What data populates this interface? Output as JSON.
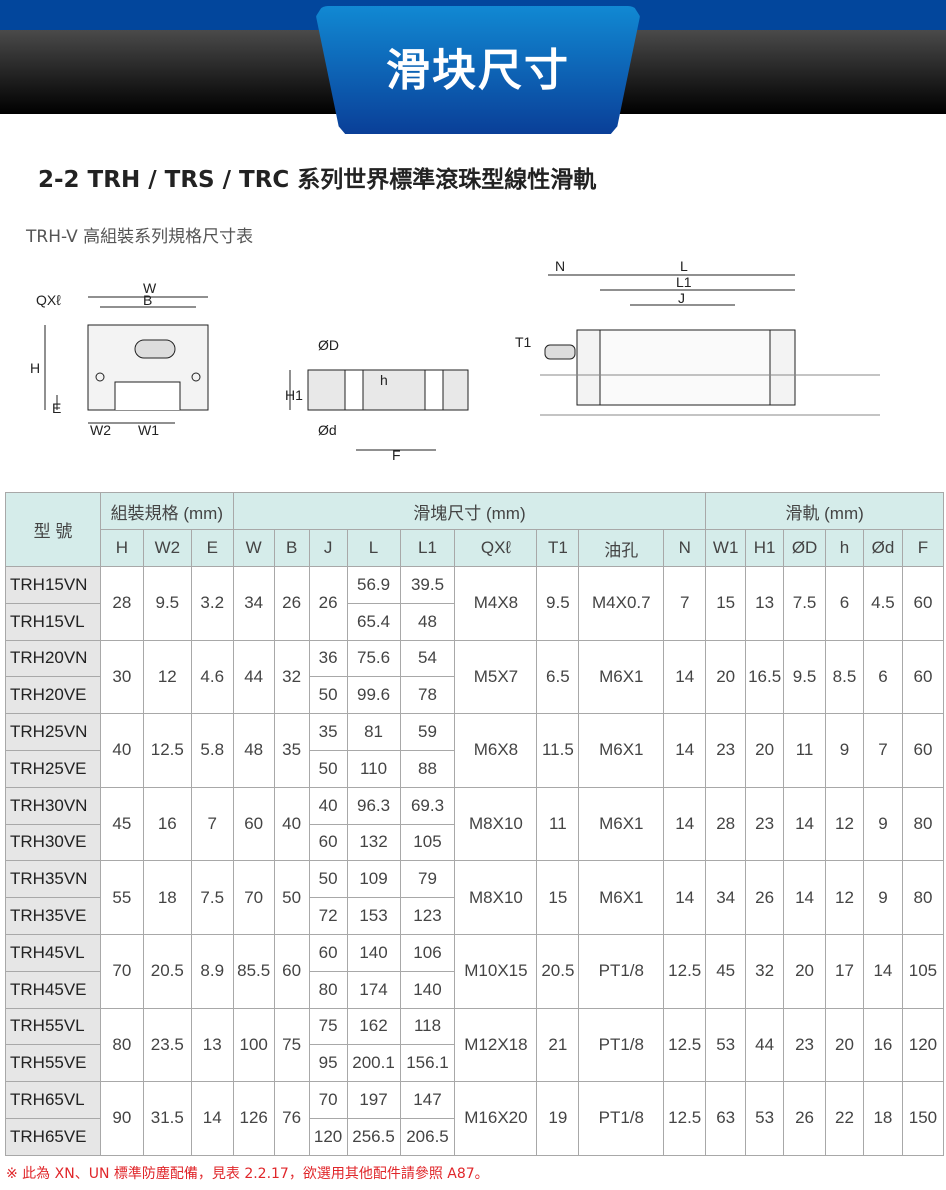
{
  "banner": {
    "title": "滑块尺寸"
  },
  "heading": "2-2 TRH / TRS / TRC 系列世界標準滾珠型線性滑軌",
  "subheading": "TRH-V 高組裝系列規格尺寸表",
  "diagram_labels": {
    "w": "W",
    "b": "B",
    "qxl": "QXℓ",
    "h": "H",
    "e": "E",
    "w2": "W2",
    "w1": "W1",
    "od_big": "ØD",
    "h_small": "h",
    "h1": "H1",
    "od_small": "Ød",
    "f": "F",
    "n": "N",
    "l": "L",
    "l1": "L1",
    "j": "J",
    "t1": "T1"
  },
  "table": {
    "model_header": "型 號",
    "groups": [
      "組裝規格 (mm)",
      "滑塊尺寸 (mm)",
      "滑軌 (mm)"
    ],
    "columns": [
      "H",
      "W2",
      "E",
      "W",
      "B",
      "J",
      "L",
      "L1",
      "QXℓ",
      "T1",
      "油孔",
      "N",
      "W1",
      "H1",
      "ØD",
      "h",
      "Ød",
      "F"
    ],
    "models": [
      {
        "names": [
          "TRH15VN",
          "TRH15VL"
        ],
        "H": "28",
        "W2": "9.5",
        "E": "3.2",
        "W": "34",
        "B": "26",
        "J": [
          "26"
        ],
        "L": [
          "56.9",
          "65.4"
        ],
        "L1": [
          "39.5",
          "48"
        ],
        "QXl": "M4X8",
        "T1": "9.5",
        "oil": "M4X0.7",
        "N": "7",
        "W1": "15",
        "H1": "13",
        "OD": "7.5",
        "h": "6",
        "Od": "4.5",
        "F": "60"
      },
      {
        "names": [
          "TRH20VN",
          "TRH20VE"
        ],
        "H": "30",
        "W2": "12",
        "E": "4.6",
        "W": "44",
        "B": "32",
        "J": [
          "36",
          "50"
        ],
        "L": [
          "75.6",
          "99.6"
        ],
        "L1": [
          "54",
          "78"
        ],
        "QXl": "M5X7",
        "T1": "6.5",
        "oil": "M6X1",
        "N": "14",
        "W1": "20",
        "H1": "16.5",
        "OD": "9.5",
        "h": "8.5",
        "Od": "6",
        "F": "60"
      },
      {
        "names": [
          "TRH25VN",
          "TRH25VE"
        ],
        "H": "40",
        "W2": "12.5",
        "E": "5.8",
        "W": "48",
        "B": "35",
        "J": [
          "35",
          "50"
        ],
        "L": [
          "81",
          "110"
        ],
        "L1": [
          "59",
          "88"
        ],
        "QXl": "M6X8",
        "T1": "11.5",
        "oil": "M6X1",
        "N": "14",
        "W1": "23",
        "H1": "20",
        "OD": "11",
        "h": "9",
        "Od": "7",
        "F": "60"
      },
      {
        "names": [
          "TRH30VN",
          "TRH30VE"
        ],
        "H": "45",
        "W2": "16",
        "E": "7",
        "W": "60",
        "B": "40",
        "J": [
          "40",
          "60"
        ],
        "L": [
          "96.3",
          "132"
        ],
        "L1": [
          "69.3",
          "105"
        ],
        "QXl": "M8X10",
        "T1": "11",
        "oil": "M6X1",
        "N": "14",
        "W1": "28",
        "H1": "23",
        "OD": "14",
        "h": "12",
        "Od": "9",
        "F": "80"
      },
      {
        "names": [
          "TRH35VN",
          "TRH35VE"
        ],
        "H": "55",
        "W2": "18",
        "E": "7.5",
        "W": "70",
        "B": "50",
        "J": [
          "50",
          "72"
        ],
        "L": [
          "109",
          "153"
        ],
        "L1": [
          "79",
          "123"
        ],
        "QXl": "M8X10",
        "T1": "15",
        "oil": "M6X1",
        "N": "14",
        "W1": "34",
        "H1": "26",
        "OD": "14",
        "h": "12",
        "Od": "9",
        "F": "80"
      },
      {
        "names": [
          "TRH45VL",
          "TRH45VE"
        ],
        "H": "70",
        "W2": "20.5",
        "E": "8.9",
        "W": "85.5",
        "B": "60",
        "J": [
          "60",
          "80"
        ],
        "L": [
          "140",
          "174"
        ],
        "L1": [
          "106",
          "140"
        ],
        "QXl": "M10X15",
        "T1": "20.5",
        "oil": "PT1/8",
        "N": "12.5",
        "W1": "45",
        "H1": "32",
        "OD": "20",
        "h": "17",
        "Od": "14",
        "F": "105"
      },
      {
        "names": [
          "TRH55VL",
          "TRH55VE"
        ],
        "H": "80",
        "W2": "23.5",
        "E": "13",
        "W": "100",
        "B": "75",
        "J": [
          "75",
          "95"
        ],
        "L": [
          "162",
          "200.1"
        ],
        "L1": [
          "118",
          "156.1"
        ],
        "QXl": "M12X18",
        "T1": "21",
        "oil": "PT1/8",
        "N": "12.5",
        "W1": "53",
        "H1": "44",
        "OD": "23",
        "h": "20",
        "Od": "16",
        "F": "120"
      },
      {
        "names": [
          "TRH65VL",
          "TRH65VE"
        ],
        "H": "90",
        "W2": "31.5",
        "E": "14",
        "W": "126",
        "B": "76",
        "J": [
          "70",
          "120"
        ],
        "L": [
          "197",
          "256.5"
        ],
        "L1": [
          "147",
          "206.5"
        ],
        "QXl": "M16X20",
        "T1": "19",
        "oil": "PT1/8",
        "N": "12.5",
        "W1": "63",
        "H1": "53",
        "OD": "26",
        "h": "22",
        "Od": "18",
        "F": "150"
      }
    ]
  },
  "footnote": "※ 此為 XN、UN 標準防塵配備，見表 2.2.17，欲選用其他配件請參照 A87。"
}
